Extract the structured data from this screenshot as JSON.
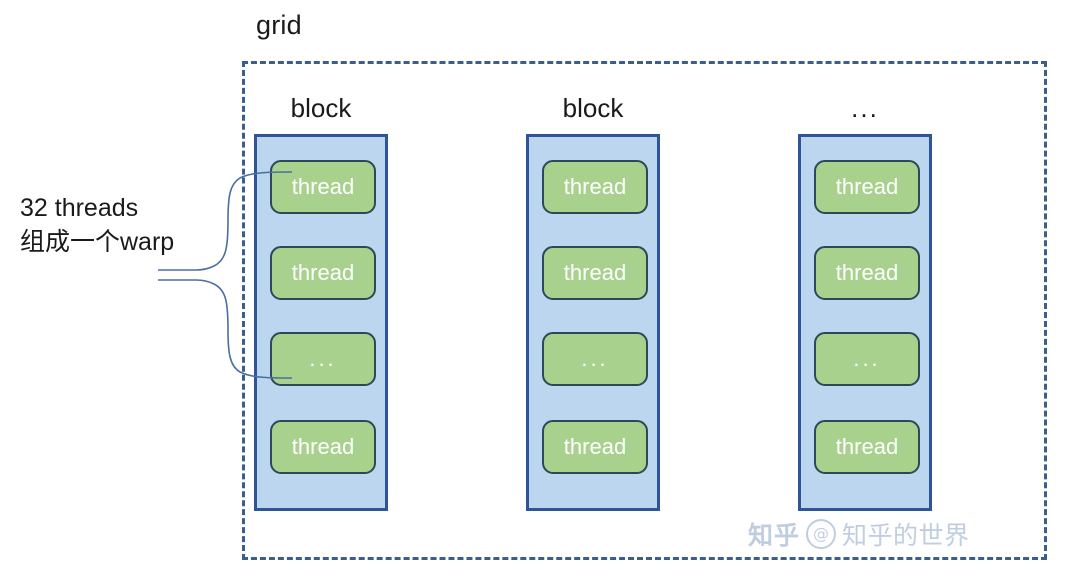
{
  "diagram": {
    "grid_label": "grid",
    "columns": [
      {
        "label": "block",
        "threads": [
          "thread",
          "thread",
          "...",
          "thread"
        ]
      },
      {
        "label": "block",
        "threads": [
          "thread",
          "thread",
          "...",
          "thread"
        ]
      },
      {
        "label": "...",
        "threads": [
          "thread",
          "thread",
          "...",
          "thread"
        ]
      }
    ],
    "annotation": {
      "line1": "32 threads",
      "line2": "组成一个warp"
    }
  },
  "watermark": {
    "logo": "知乎",
    "at": "@",
    "handle": "知乎的世界"
  },
  "colors": {
    "grid_border": "#3b5f8a",
    "block_fill": "#bcd6ef",
    "block_border": "#2f5597",
    "thread_fill": "#a9d18e",
    "thread_border": "#2f4858",
    "thread_text": "#ffffff",
    "label_text": "#1a1a1a",
    "brace": "#4a6fa5"
  }
}
